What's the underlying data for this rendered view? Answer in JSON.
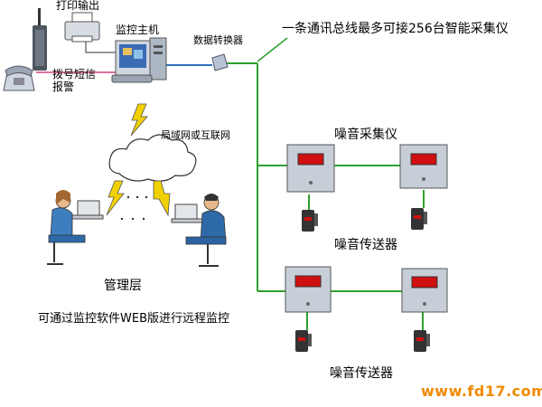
{
  "labels": {
    "print_output": "打印输出",
    "host": "监控主机",
    "converter": "数据转换器",
    "bus_note": "一条通讯总线最多可接256台智能采集仪",
    "dial_sms": "拨号短信",
    "alarm": "报警",
    "network": "局域网或互联网",
    "noise_collector": "噪音采集仪",
    "noise_transmitter_1": "噪音传送器",
    "noise_transmitter_2": "噪音传送器",
    "management": "管理层",
    "remote_note": "可通过监控软件WEB版进行远程监控",
    "website": "www.fd17.com"
  },
  "colors": {
    "bus_line": "#2ea02e",
    "serial_line": "#2a6fb8",
    "alarm_line": "#e070a0",
    "lightning": "#f0d000",
    "collector_box": "#c8ced8",
    "display_red": "#d01010",
    "website": "#f08a00"
  },
  "icons": [
    "gsm-modem-icon",
    "telephone-icon",
    "printer-icon",
    "monitor-host-icon",
    "converter-icon",
    "cloud-icon",
    "lightning-icon",
    "person-at-computer-icon",
    "collector-icon",
    "sensor-icon"
  ]
}
